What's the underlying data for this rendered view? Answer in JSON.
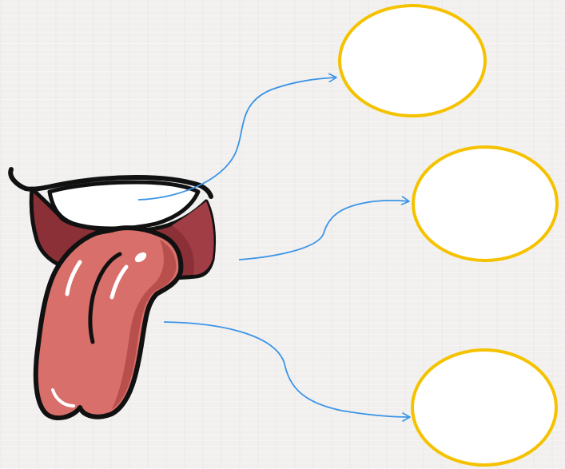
{
  "colors": {
    "background": "#f1f0ef",
    "ellipse_stroke": "#f5c200",
    "ellipse_fill": "#ffffff",
    "arrow": "#3a94e6",
    "outline": "#111111",
    "tongue": "#d96f6a",
    "tongue_shade": "#b84f4c",
    "mouth_interior": "#8b3036",
    "lip": "#a13e45"
  },
  "icons": [
    "mouth-tongue-illustration"
  ],
  "ellipses": [
    {
      "name": "label-ellipse-top",
      "label": ""
    },
    {
      "name": "label-ellipse-middle",
      "label": ""
    },
    {
      "name": "label-ellipse-bottom",
      "label": ""
    }
  ]
}
